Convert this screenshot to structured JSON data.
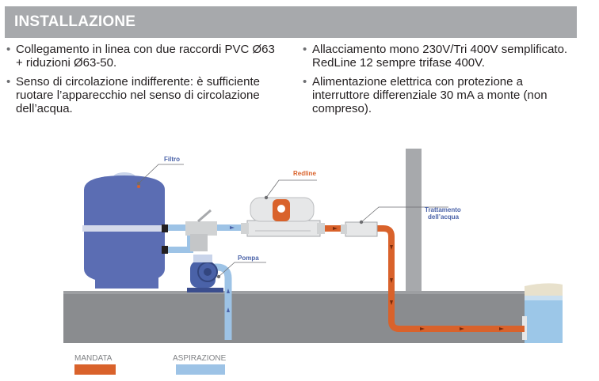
{
  "header": {
    "title": "INSTALLAZIONE"
  },
  "bullets_left": [
    "Collegamento in linea con due raccordi PVC Ø63 + riduzioni Ø63-50.",
    "Senso di circolazione indifferente: è sufficiente ruotare l’apparecchio nel senso di circolazione dell’acqua."
  ],
  "bullets_right": [
    "Allacciamento mono 230V/Tri 400V semplificato. RedLine 12 sempre trifase 400V.",
    "Alimentazione elettrica con protezione a interruttore differenziale 30 mA a monte (non compreso)."
  ],
  "diagram": {
    "labels": {
      "filter": "Filtro",
      "redline": "Redline",
      "treatment_line1": "Trattamento",
      "treatment_line2": "dell’acqua",
      "pump": "Pompa"
    }
  },
  "legend": {
    "delivery": {
      "label": "MANDATA",
      "color": "#d9622b"
    },
    "suction": {
      "label": "ASPIRAZIONE",
      "color": "#9dc3e6"
    }
  },
  "colors": {
    "title_bar": "#a7a9ac",
    "filter_tank": "#5b6db3",
    "pump": "#4a62a8",
    "label_blue": "#4a62a8",
    "ground": "#8a8c8f",
    "pool_water": "#9cc7e8"
  }
}
